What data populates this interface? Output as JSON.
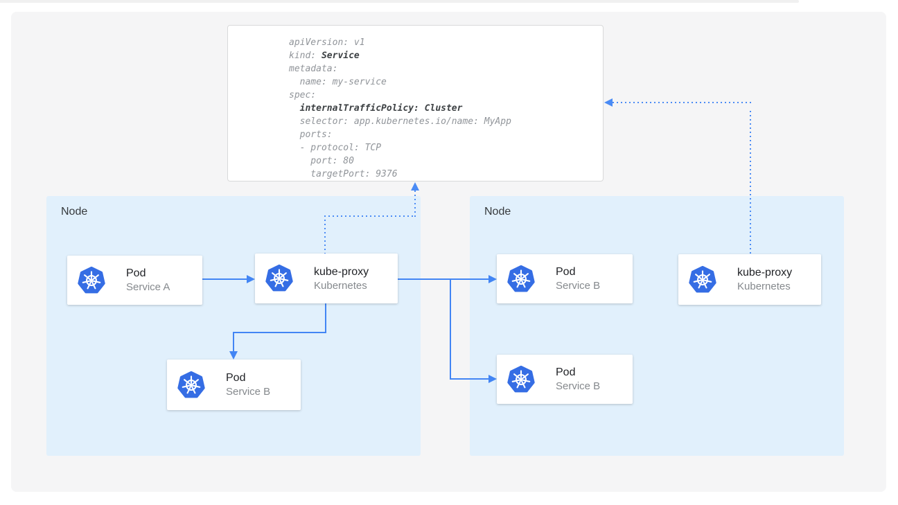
{
  "yaml": {
    "lines": [
      {
        "pre": "apiVersion: v1",
        "bold": "",
        "post": ""
      },
      {
        "pre": "kind: ",
        "bold": "Service",
        "post": ""
      },
      {
        "pre": "metadata:",
        "bold": "",
        "post": ""
      },
      {
        "pre": "  name: my-service",
        "bold": "",
        "post": ""
      },
      {
        "pre": "spec:",
        "bold": "",
        "post": ""
      },
      {
        "pre": "  ",
        "bold": "internalTrafficPolicy: Cluster",
        "post": ""
      },
      {
        "pre": "  selector: app.kubernetes.io/name: MyApp",
        "bold": "",
        "post": ""
      },
      {
        "pre": "  ports:",
        "bold": "",
        "post": ""
      },
      {
        "pre": "  - protocol: TCP",
        "bold": "",
        "post": ""
      },
      {
        "pre": "    port: 80",
        "bold": "",
        "post": ""
      },
      {
        "pre": "    targetPort: 9376",
        "bold": "",
        "post": ""
      }
    ]
  },
  "nodes": {
    "left": {
      "label": "Node"
    },
    "right": {
      "label": "Node"
    }
  },
  "cards": {
    "pod_a": {
      "title": "Pod",
      "subtitle": "Service A"
    },
    "kube_proxy_left": {
      "title": "kube-proxy",
      "subtitle": "Kubernetes"
    },
    "pod_b_left": {
      "title": "Pod",
      "subtitle": "Service B"
    },
    "pod_b_right_1": {
      "title": "Pod",
      "subtitle": "Service B"
    },
    "pod_b_right_2": {
      "title": "Pod",
      "subtitle": "Service B"
    },
    "kube_proxy_right": {
      "title": "kube-proxy",
      "subtitle": "Kubernetes"
    }
  },
  "icons": {
    "kubernetes": "kubernetes-wheel-logo"
  },
  "colors": {
    "arrow_solid": "#4285f4",
    "arrow_dotted": "#4a8bf5",
    "node_fill": "#e1f0fc",
    "panel_fill": "#f5f5f6",
    "kubernetes_blue": "#356de4",
    "code_normal": "#909499",
    "code_bold": "#3c4043"
  }
}
